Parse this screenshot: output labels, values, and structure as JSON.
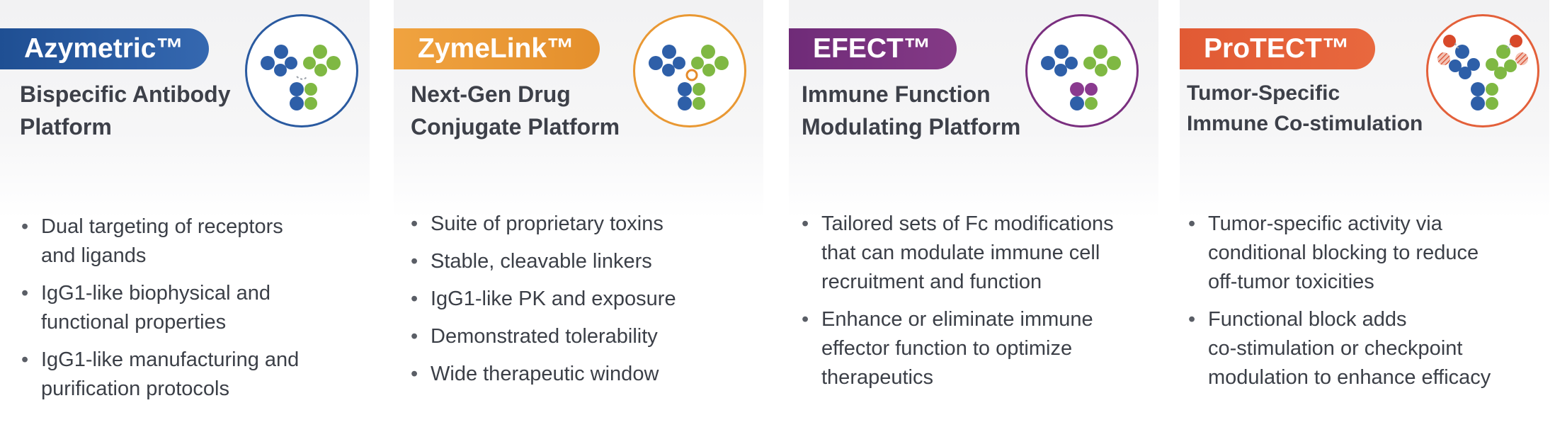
{
  "cards": [
    {
      "title": "Azymetric™",
      "subtitle_line1": "Bispecific Antibody",
      "subtitle_line2": "Platform",
      "color": "#2a5aa0",
      "icon": "bispecific-antibody-icon",
      "bullets": [
        [
          "Dual targeting of receptors",
          "and ligands"
        ],
        [
          "IgG1-like biophysical and",
          "functional properties"
        ],
        [
          "IgG1-like manufacturing and",
          "purification protocols"
        ]
      ]
    },
    {
      "title": "ZymeLink™",
      "subtitle_line1": "Next-Gen Drug",
      "subtitle_line2": "Conjugate Platform",
      "color": "#e99833",
      "icon": "drug-conjugate-antibody-icon",
      "bullets": [
        [
          "Suite of proprietary toxins"
        ],
        [
          "Stable, cleavable linkers"
        ],
        [
          "IgG1-like PK and exposure"
        ],
        [
          "Demonstrated tolerability"
        ],
        [
          "Wide therapeutic window"
        ]
      ]
    },
    {
      "title": "EFECT™",
      "subtitle_line1": "Immune Function",
      "subtitle_line2": "Modulating Platform",
      "color": "#7a2f7f",
      "icon": "fc-modified-antibody-icon",
      "bullets": [
        [
          "Tailored sets of Fc modifications",
          "that can modulate immune cell",
          "recruitment and function"
        ],
        [
          "Enhance or eliminate immune",
          "effector function to optimize",
          "therapeutics"
        ]
      ]
    },
    {
      "title": "ProTECT™",
      "subtitle_line1": "Tumor-Specific",
      "subtitle_line2": "Immune Co-stimulation",
      "color": "#e3603a",
      "icon": "masked-antibody-icon",
      "bullets": [
        [
          "Tumor-specific activity via",
          "conditional blocking to reduce",
          "off-tumor toxicities"
        ],
        [
          "Functional block adds",
          "co-stimulation or checkpoint",
          "modulation to enhance efficacy"
        ]
      ]
    }
  ]
}
